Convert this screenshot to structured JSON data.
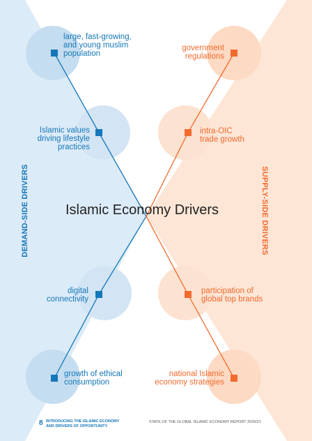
{
  "title": "Islamic Economy Drivers",
  "demand_side_label": "DEMAND-SIDE DRIVERS",
  "supply_side_label": "SUPPLY-SIDE DRIVERS",
  "demand_drivers": [
    {
      "label": "large, fast-growing,\nand young muslim\npopulation"
    },
    {
      "label": "Islamic values\ndriving lifestyle\npractices"
    },
    {
      "label": "digital\nconnectivity"
    },
    {
      "label": "growth of ethical\nconsumption"
    }
  ],
  "supply_drivers": [
    {
      "label": "government\nregulations"
    },
    {
      "label": "intra-OIC\ntrade growth"
    },
    {
      "label": "participation of\nglobal top brands"
    },
    {
      "label": "national Islamic\neconomy strategies"
    }
  ],
  "footer": {
    "page_number": "8",
    "section": "INTRODUCING THE ISLAMIC ECONOMY AND DRIVERS OF OPPORTUNITY",
    "report": "STATE OF THE GLOBAL ISLAMIC ECONOMY REPORT 2020/21"
  },
  "colors": {
    "demand": "#1577b9",
    "supply": "#f26a2e",
    "demand_bg": "#dcebf8",
    "supply_bg": "#fde6d6"
  }
}
